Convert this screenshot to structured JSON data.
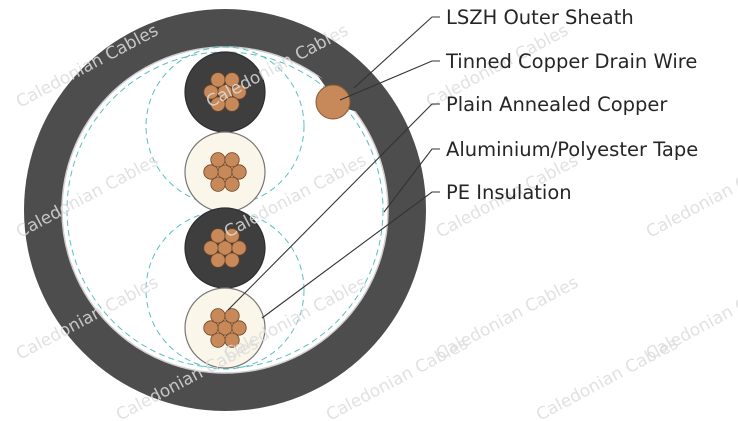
{
  "watermark": {
    "text": "Caledonian Cables",
    "color": "#d9d9d9"
  },
  "cable": {
    "sheath_color": "#4d4d4d",
    "core_fill": "#ffffff",
    "tape_color": "#5bbfbf",
    "copper_color": "#c8895a",
    "black_insulation_color": "#3e3e3e",
    "cream_insulation_color": "#fbf6ea",
    "pair_count": 2,
    "strands_per_conductor": 7
  },
  "labels": [
    {
      "id": "lszh-outer-sheath",
      "text": "LSZH Outer Sheath"
    },
    {
      "id": "tinned-copper-drain-wire",
      "text": "Tinned Copper Drain Wire"
    },
    {
      "id": "plain-annealed-copper",
      "text": "Plain Annealed Copper"
    },
    {
      "id": "aluminium-polyester-tape",
      "text": "Aluminium/Polyester Tape"
    },
    {
      "id": "pe-insulation",
      "text": "PE Insulation"
    }
  ]
}
